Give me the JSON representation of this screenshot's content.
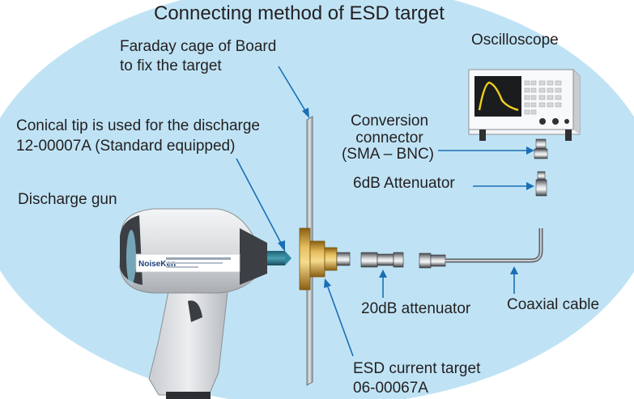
{
  "title": "Connecting method of ESD target",
  "labels": {
    "faraday_line1": "Faraday cage of Board",
    "faraday_line2": "to fix the target",
    "oscilloscope": "Oscilloscope",
    "conical_line1": "Conical tip is used for the discharge",
    "conical_line2": "12-00007A (Standard equipped)",
    "conversion_line1": "Conversion",
    "conversion_line2": "connector",
    "conversion_line3": "(SMA – BNC)",
    "attenuator_6db": "6dB Attenuator",
    "discharge_gun": "Discharge gun",
    "attenuator_20db": "20dB attenuator",
    "coaxial_cable": "Coaxial cable",
    "esd_target_line1": "ESD current target",
    "esd_target_line2": "06-00067A"
  },
  "gun_brand": "NoiseKen",
  "colors": {
    "background_ellipse": "#bfe3f5",
    "arrow": "#1a6fb4",
    "text": "#231f20",
    "brass": "#c8962e",
    "scope_trace": "#f2d21b"
  }
}
